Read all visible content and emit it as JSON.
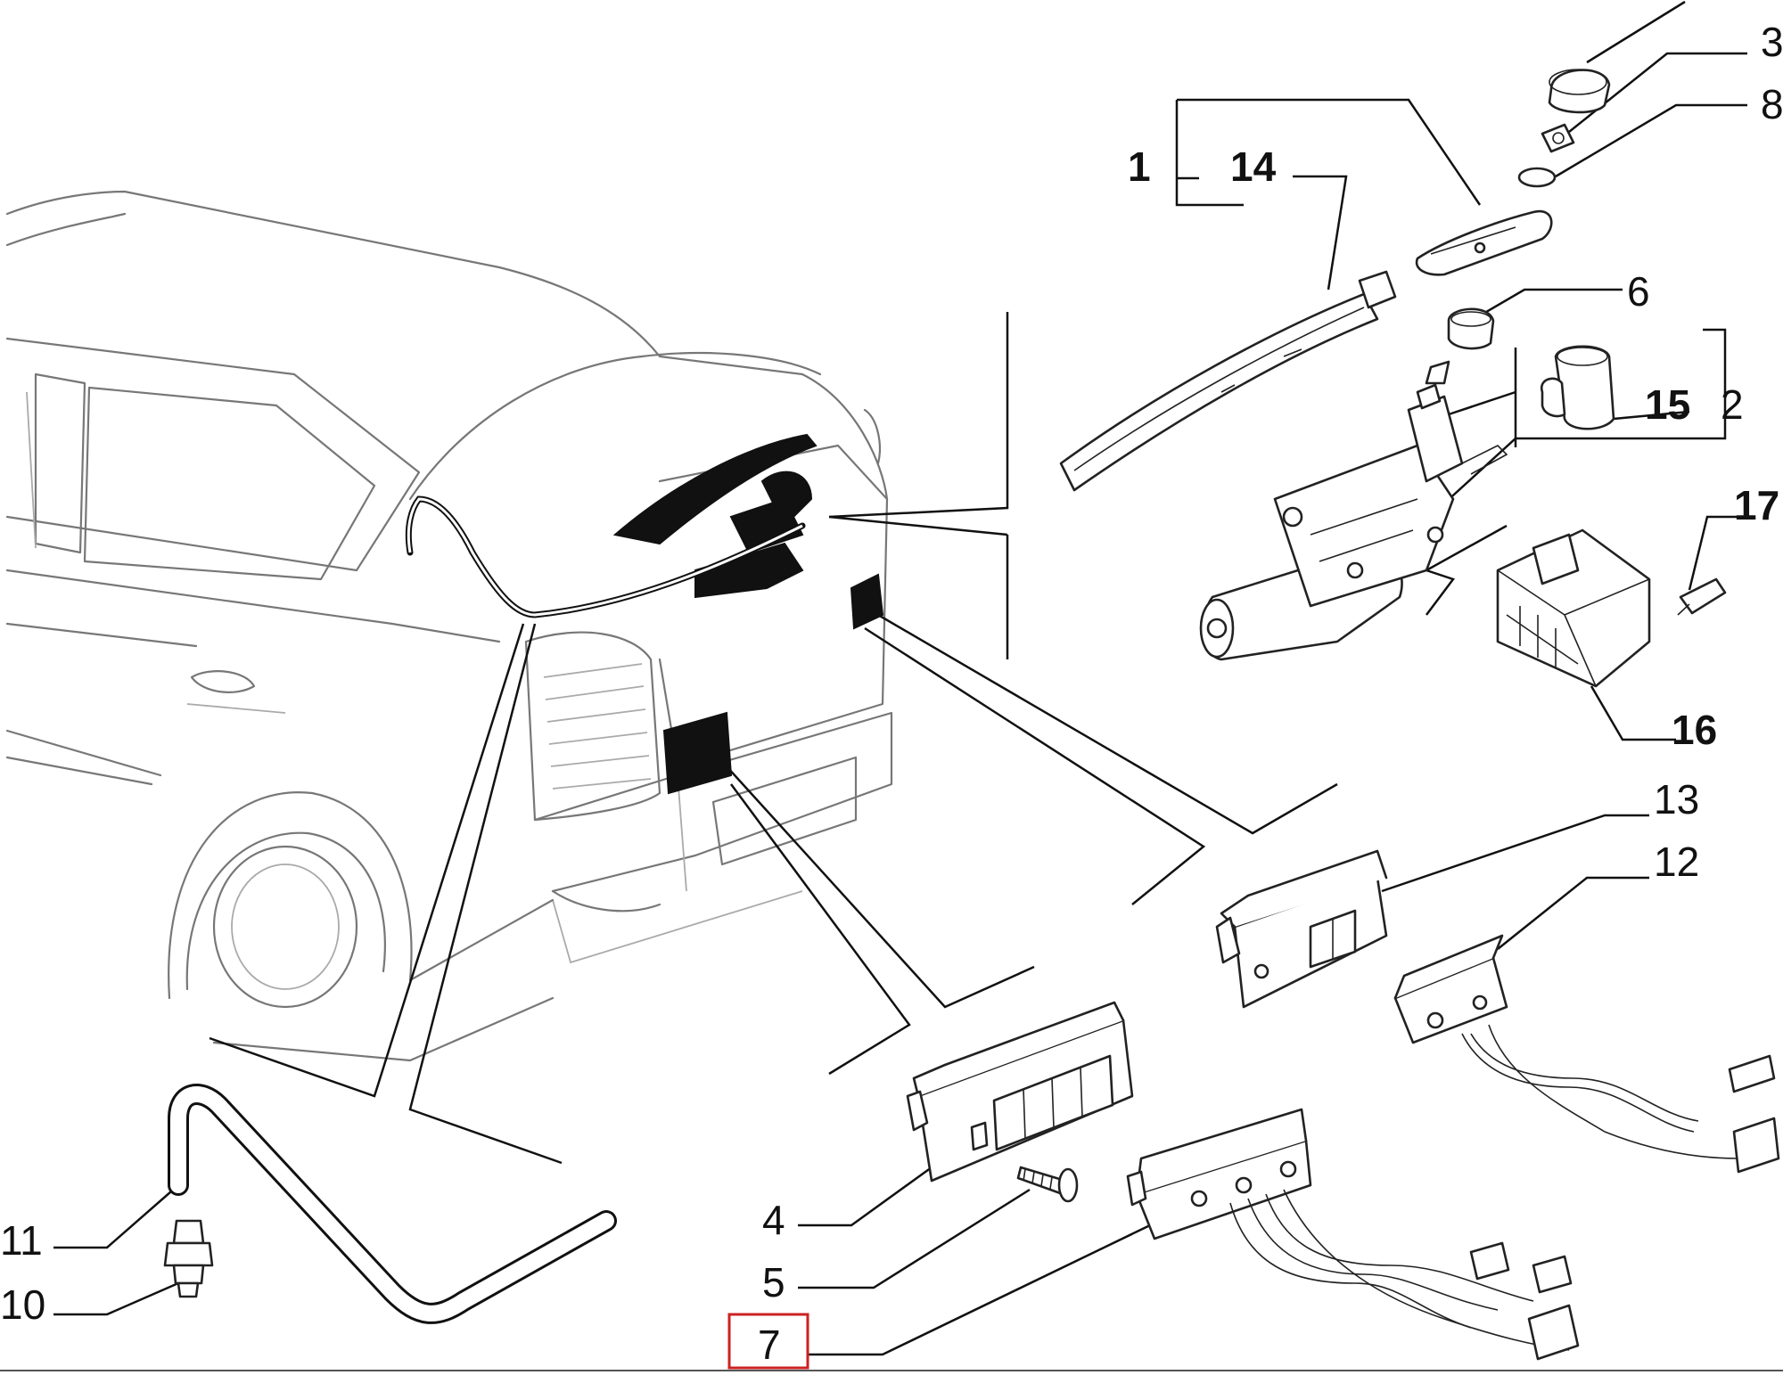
{
  "callouts": [
    {
      "id": "1",
      "label": "1",
      "bold": true
    },
    {
      "id": "14",
      "label": "14",
      "bold": true
    },
    {
      "id": "3",
      "label": "3",
      "bold": false
    },
    {
      "id": "8",
      "label": "8",
      "bold": false
    },
    {
      "id": "6",
      "label": "6",
      "bold": false
    },
    {
      "id": "15",
      "label": "15",
      "bold": true
    },
    {
      "id": "2",
      "label": "2",
      "bold": false
    },
    {
      "id": "17",
      "label": "17",
      "bold": true
    },
    {
      "id": "16",
      "label": "16",
      "bold": true
    },
    {
      "id": "13",
      "label": "13",
      "bold": false
    },
    {
      "id": "12",
      "label": "12",
      "bold": false
    },
    {
      "id": "11",
      "label": "11",
      "bold": false
    },
    {
      "id": "10",
      "label": "10",
      "bold": false
    },
    {
      "id": "4",
      "label": "4",
      "bold": false
    },
    {
      "id": "5",
      "label": "5",
      "bold": false
    },
    {
      "id": "7",
      "label": "7",
      "bold": false,
      "highlighted": true
    }
  ],
  "colors": {
    "ink": "#111111",
    "car_outline": "#777777",
    "highlight": "#cc2222",
    "background": "#ffffff"
  }
}
